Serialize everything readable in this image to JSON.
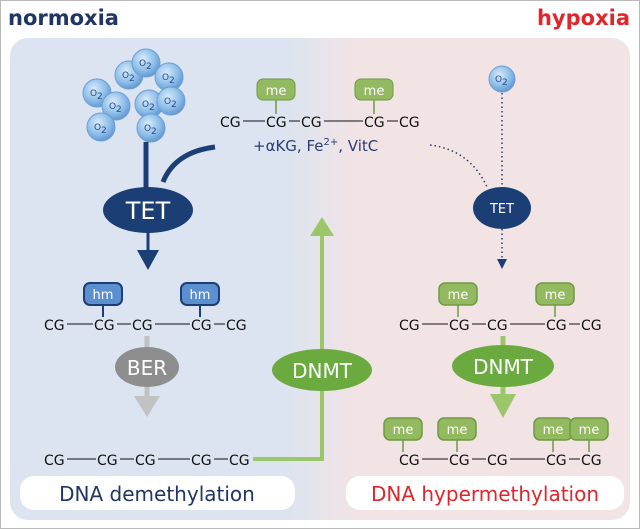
{
  "titles": {
    "normoxia": "normoxia",
    "hypoxia": "hypoxia"
  },
  "colors": {
    "normoxia_bg": "#dbe4f0",
    "hypoxia_bg": "#f2e3e5",
    "tet_navy": "#1b3f74",
    "me_green": "#93b961",
    "dnmt_green": "#6aaa3f",
    "arrow_green": "#9cc66a",
    "hm_blue": "#5b8fd0",
    "ber_gray": "#8e8e8e",
    "hypoxia_red": "#e0252b"
  },
  "cg_unit": "CG",
  "top_chain": {
    "tags": [
      "me",
      "me"
    ],
    "cofactors_prefix": "+αKG, Fe",
    "cofactors_sup": "2+",
    "cofactors_suffix": ", VitC"
  },
  "o2_label": "O",
  "o2_sub": "2",
  "enzymes": {
    "tet_left": "TET",
    "tet_right": "TET",
    "ber": "BER",
    "dnmt_center": "DNMT",
    "dnmt_right": "DNMT"
  },
  "left_chain": {
    "tags": [
      "hm",
      "hm"
    ]
  },
  "right_chain": {
    "tags": [
      "me",
      "me"
    ]
  },
  "bottom_right_chain": {
    "tags": [
      "me",
      "me",
      "me",
      "me"
    ]
  },
  "outcomes": {
    "demethylation": "DNA demethylation",
    "hypermethylation": "DNA hypermethylation"
  }
}
